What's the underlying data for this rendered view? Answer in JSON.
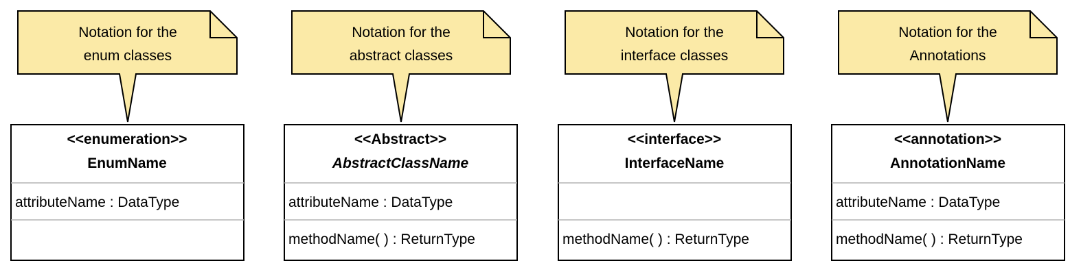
{
  "colors": {
    "note_fill": "#fbeaa7",
    "stroke": "#000000",
    "divider": "#b3b3b3",
    "class_fill": "#ffffff"
  },
  "items": [
    {
      "note": {
        "line1": "Notation for the",
        "line2": "enum classes"
      },
      "class": {
        "stereotype": "<<enumeration>>",
        "name": "EnumName",
        "name_italic": false,
        "attribute": "attributeName : DataType",
        "method": ""
      }
    },
    {
      "note": {
        "line1": "Notation for the",
        "line2": "abstract classes"
      },
      "class": {
        "stereotype": "<<Abstract>>",
        "name": "AbstractClassName",
        "name_italic": true,
        "attribute": "attributeName : DataType",
        "method": "methodName( ) : ReturnType"
      }
    },
    {
      "note": {
        "line1": "Notation for the",
        "line2": "interface classes"
      },
      "class": {
        "stereotype": "<<interface>>",
        "name": "InterfaceName",
        "name_italic": false,
        "attribute": "",
        "method": "methodName( ) : ReturnType"
      }
    },
    {
      "note": {
        "line1": "Notation for the",
        "line2": "Annotations"
      },
      "class": {
        "stereotype": "<<annotation>>",
        "name": "AnnotationName",
        "name_italic": false,
        "attribute": "attributeName : DataType",
        "method": "methodName( ) : ReturnType"
      }
    }
  ]
}
